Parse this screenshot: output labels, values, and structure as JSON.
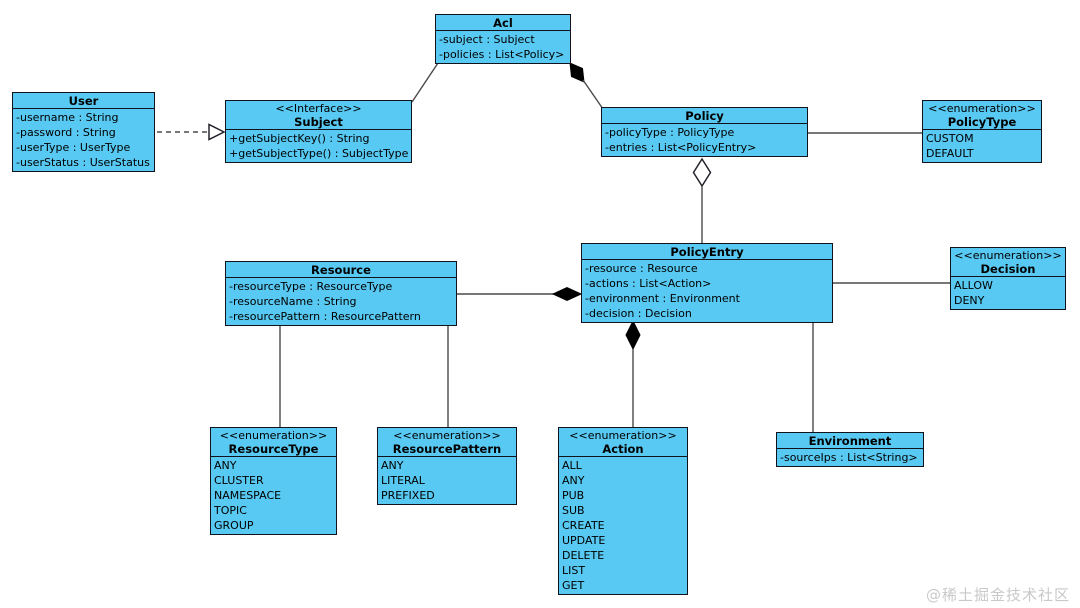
{
  "diagram": {
    "watermark": "@稀土掘金技术社区",
    "colors": {
      "box_fill": "#58c9f2",
      "box_border": "#10131c",
      "line": "#4a4a4a"
    },
    "classes": {
      "acl": {
        "title": "Acl",
        "members": [
          "-subject : Subject",
          "-policies : List<Policy>"
        ]
      },
      "user": {
        "title": "User",
        "members": [
          "-username : String",
          "-password : String",
          "-userType : UserType",
          "-userStatus : UserStatus"
        ]
      },
      "subject": {
        "stereotype": "<<Interface>>",
        "title": "Subject",
        "members": [
          "+getSubjectKey() : String",
          "+getSubjectType() : SubjectType"
        ]
      },
      "policy": {
        "title": "Policy",
        "members": [
          "-policyType : PolicyType",
          "-entries : List<PolicyEntry>"
        ]
      },
      "policytype": {
        "stereotype": "<<enumeration>>",
        "title": "PolicyType",
        "members": [
          "CUSTOM",
          "DEFAULT"
        ]
      },
      "policyentry": {
        "title": "PolicyEntry",
        "members": [
          "-resource : Resource",
          "-actions : List<Action>",
          "-environment : Environment",
          "-decision : Decision"
        ]
      },
      "resource": {
        "title": "Resource",
        "members": [
          "-resourceType : ResourceType",
          "-resourceName : String",
          "-resourcePattern : ResourcePattern"
        ]
      },
      "decision": {
        "stereotype": "<<enumeration>>",
        "title": "Decision",
        "members": [
          "ALLOW",
          "DENY"
        ]
      },
      "resourcetype": {
        "stereotype": "<<enumeration>>",
        "title": "ResourceType",
        "members": [
          "ANY",
          "CLUSTER",
          "NAMESPACE",
          "TOPIC",
          "GROUP"
        ]
      },
      "resourcepattern": {
        "stereotype": "<<enumeration>>",
        "title": "ResourcePattern",
        "members": [
          "ANY",
          "LITERAL",
          "PREFIXED"
        ]
      },
      "action": {
        "stereotype": "<<enumeration>>",
        "title": "Action",
        "members": [
          "ALL",
          "ANY",
          "PUB",
          "SUB",
          "CREATE",
          "UPDATE",
          "DELETE",
          "LIST",
          "GET"
        ]
      },
      "environment": {
        "title": "Environment",
        "members": [
          "-sourceIps : List<String>"
        ]
      }
    },
    "relations": [
      "User ..|> Subject (realization)",
      "Acl -- Subject (association)",
      "Acl *-- Policy (composition)",
      "Policy -- PolicyType (association)",
      "Policy o-- PolicyEntry (aggregation)",
      "PolicyEntry *-- Resource (composition)",
      "PolicyEntry -- Decision (association)",
      "PolicyEntry *-- Action (composition)",
      "PolicyEntry -- Environment (association)",
      "Resource -- ResourceType (association)",
      "Resource -- ResourcePattern (association)"
    ]
  }
}
